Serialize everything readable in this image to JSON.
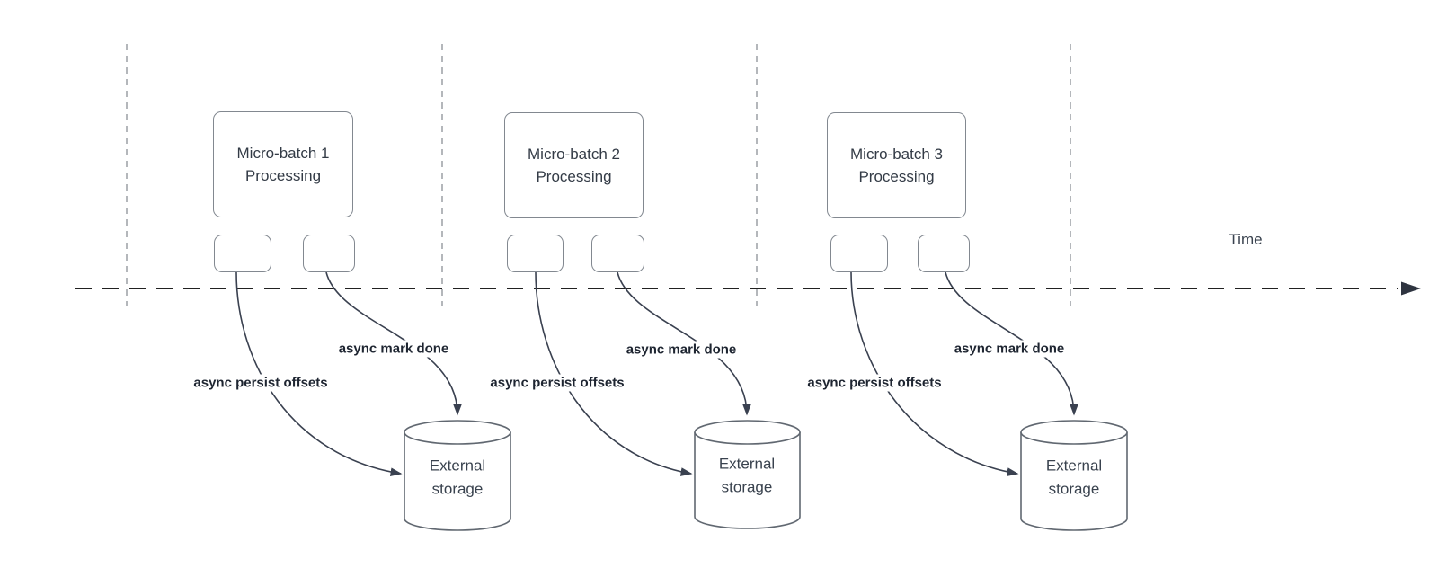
{
  "time_label": "Time",
  "colors": {
    "background": "#ffffff",
    "shape_border": "#828890",
    "cylinder_border": "#616871",
    "arrow": "#3a4150",
    "timeline": "#212121",
    "guide_line": "#b4b7bb",
    "title_text": "#333b46",
    "label_text": "#1e2531"
  },
  "batches": [
    {
      "title": "Micro-batch 1\nProcessing",
      "persist_label": "async persist offsets",
      "mark_done_label": "async mark done",
      "storage_label": "External\nstorage"
    },
    {
      "title": "Micro-batch 2\nProcessing",
      "persist_label": "async persist offsets",
      "mark_done_label": "async mark done",
      "storage_label": "External\nstorage"
    },
    {
      "title": "Micro-batch 3\nProcessing",
      "persist_label": "async persist offsets",
      "mark_done_label": "async mark done",
      "storage_label": "External\nstorage"
    }
  ]
}
